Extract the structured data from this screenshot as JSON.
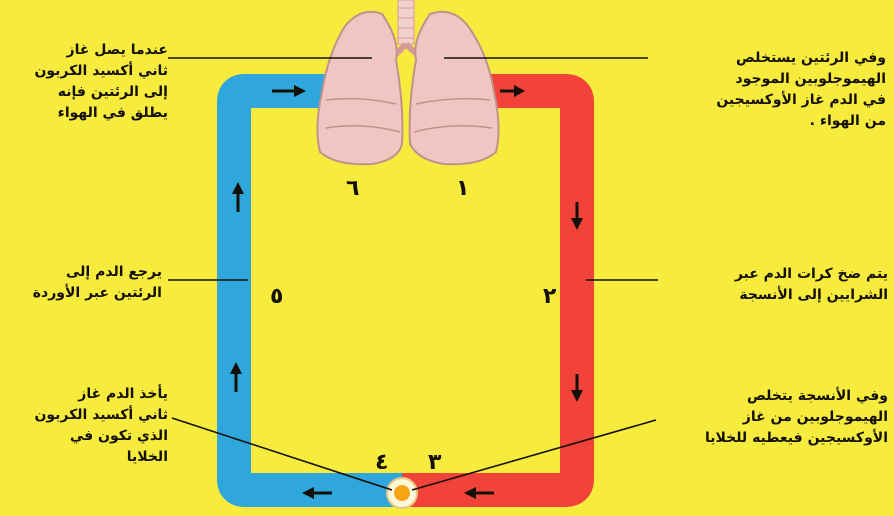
{
  "colors": {
    "background": "#f7ec3e",
    "artery": "#f1433a",
    "vein": "#2fa6dc",
    "lungs": "#f0c6c2",
    "trachea": "#f2d0cc",
    "cell": "#f6a515",
    "text": "#141008"
  },
  "labels": {
    "lungs_release_co2": "عندما يصل غاز\nثاني أكسيد الكربون\nإلى الرئتين فإنه\nيطلق في الهواء",
    "lungs_take_o2": "وفي الرئتين يستخلص\nالهيموجلوبين الموجود\nفي الدم غاز الأوكسيجين\nمن الهواء .",
    "return_to_lungs": "يرجع الدم إلى\nالرئتين عبر الأوردة",
    "pumped_to_tissues": "يتم ضخ كرات الدم عبر\nالشرايين إلى الأنسجة",
    "blood_takes_co2": "يأخذ الدم غاز\nثاني أكسيد الكربون\nالذي تكون في\nالخلايا",
    "tissues_release_o2": "وفي الأنسجة يتخلص\nالهيموجلوبين من غاز\nالأوكسيجين فيعطيه للخلايا"
  },
  "step_numbers": {
    "one": "١",
    "two": "٢",
    "three": "٣",
    "four": "٤",
    "five": "٥",
    "six": "٦"
  }
}
